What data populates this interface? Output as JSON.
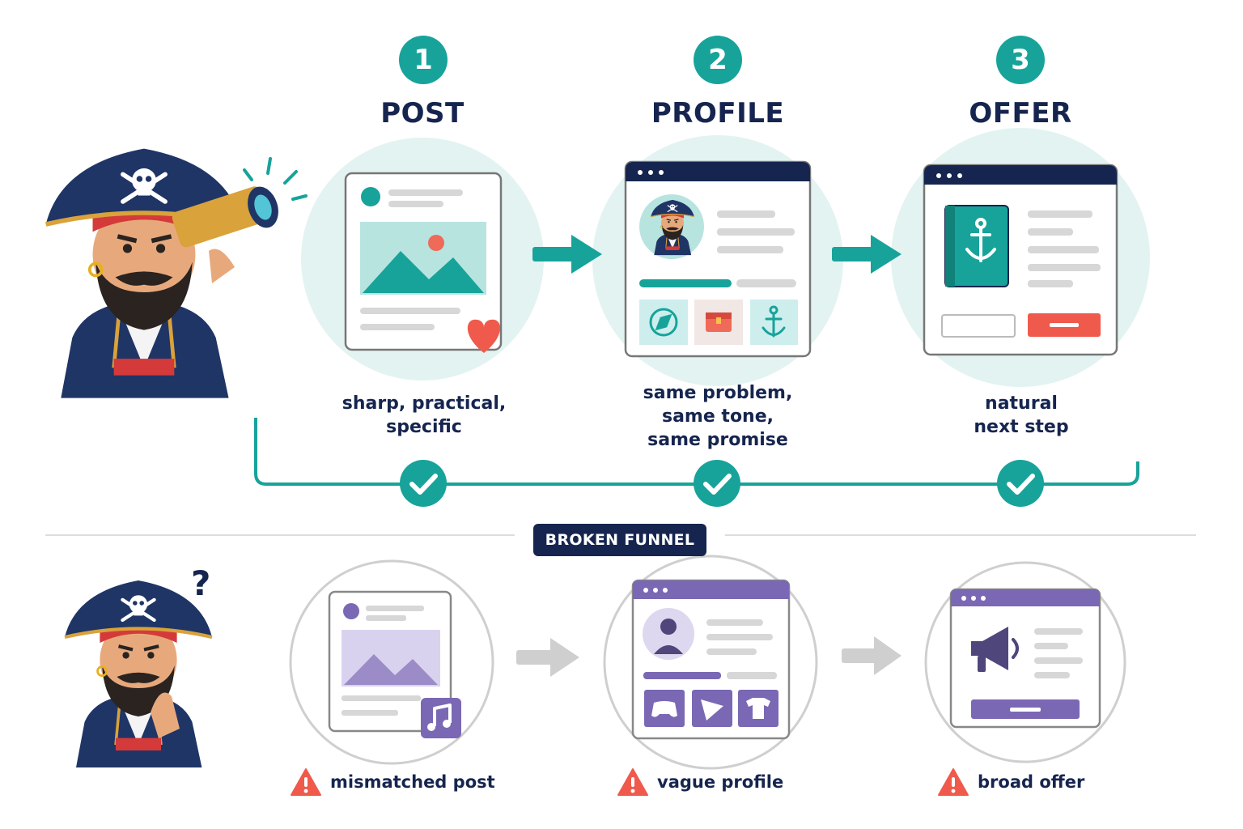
{
  "steps": [
    {
      "number": "1",
      "title": "POST",
      "caption": [
        "sharp, practical,",
        "specific"
      ]
    },
    {
      "number": "2",
      "title": "PROFILE",
      "caption": [
        "same problem,",
        "same tone,",
        "same promise"
      ]
    },
    {
      "number": "3",
      "title": "OFFER",
      "caption": [
        "natural",
        "next step"
      ]
    }
  ],
  "broken": {
    "badge": "BROKEN FUNNEL",
    "question_mark": "?",
    "warnings": [
      "mismatched post",
      "vague profile",
      "broad offer"
    ]
  },
  "colors": {
    "teal": "#17a39a",
    "navy": "#16254f",
    "coral": "#ef5a4c",
    "purple": "#7a68b4",
    "gray_arrow": "#cfcfcf"
  }
}
